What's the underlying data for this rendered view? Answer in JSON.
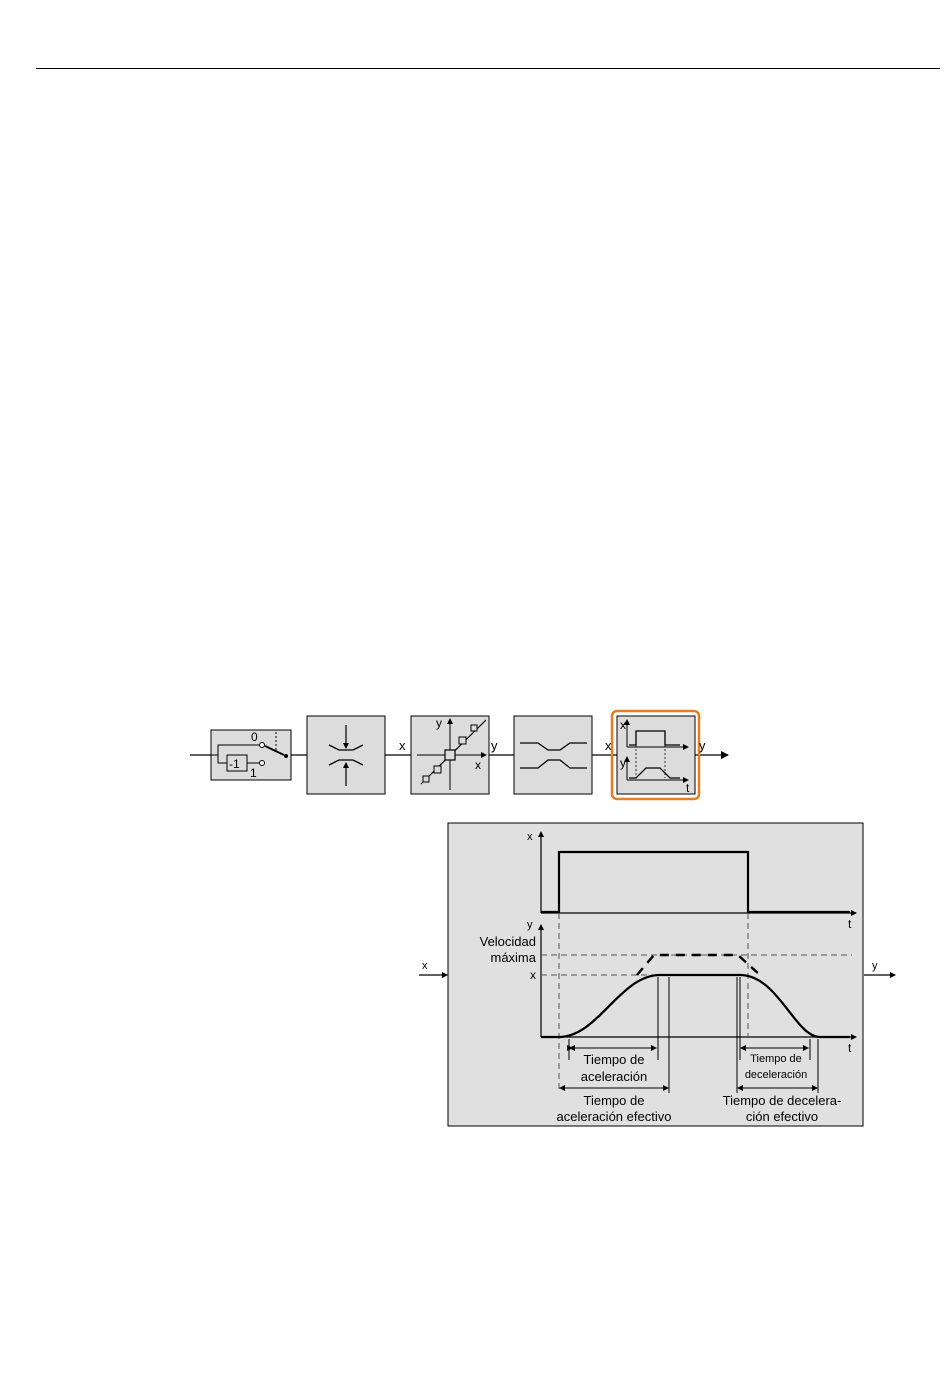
{
  "colors": {
    "block_fill": "#dcdcdc",
    "panel_fill": "#e0e0e0",
    "highlight": "#e87d1e",
    "line": "#000000",
    "dashed": "#555555"
  },
  "chain": {
    "ones_label": "0",
    "ones_label_b": "1",
    "invert_label": "-1",
    "x1": "x",
    "y1": "y",
    "axis_y": "y",
    "axis_x": "x",
    "x2": "x",
    "y2": "y",
    "rfg_x": "x",
    "rfg_y": "y",
    "rfg_t": "t"
  },
  "detail": {
    "input_label": "x",
    "output_label": "y",
    "top_axis_y": "x",
    "top_axis_t": "t",
    "bottom_axis_y": "y",
    "bottom_axis_t": "t",
    "vmax_line1": "Velocidad",
    "vmax_line2": "máxima",
    "x_level": "x",
    "accel_line1": "Tiempo de",
    "accel_line2": "aceleración",
    "accel_eff_line1": "Tiempo de",
    "accel_eff_line2": "aceleración efectivo",
    "decel_line1": "Tiempo de",
    "decel_line2": "deceleración",
    "decel_eff_line1": "Tiempo de decelera-",
    "decel_eff_line2": "ción efectivo"
  }
}
